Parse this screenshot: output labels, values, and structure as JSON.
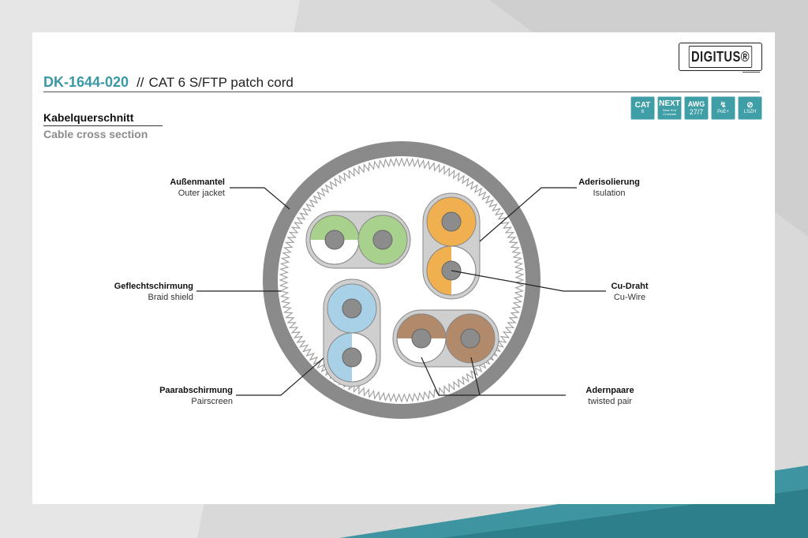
{
  "brand": {
    "logo_text": "DIGITUS®"
  },
  "header": {
    "product_code": "DK-1644-020",
    "separator": "//",
    "product_name": "CAT 6 S/FTP patch cord"
  },
  "badges": [
    {
      "main": "CAT",
      "sub": "6"
    },
    {
      "main": "NEXT",
      "sub": "Near End Crosstalk"
    },
    {
      "main": "AWG",
      "sub": "27/7"
    },
    {
      "main": "↯",
      "sub": "PoE+"
    },
    {
      "main": "⊘",
      "sub": "LSZH"
    }
  ],
  "section": {
    "title_de": "Kabelquerschnitt",
    "title_en": "Cable cross section"
  },
  "labels": {
    "outer_jacket": {
      "de": "Außenmantel",
      "en": "Outer jacket"
    },
    "insulation": {
      "de": "Aderisolierung",
      "en": "Isulation"
    },
    "braid_shield": {
      "de": "Geflechtschirmung",
      "en": "Braid shield"
    },
    "cu_wire": {
      "de": "Cu-Draht",
      "en": "Cu-Wire"
    },
    "pair_screen": {
      "de": "Paarabschirmung",
      "en": "Pairscreen"
    },
    "twisted_pair": {
      "de": "Adernpaare",
      "en": "twisted pair"
    }
  },
  "colors": {
    "accent": "#3a99a5",
    "jacket": "#8a8a8a",
    "green": "#a9d18e",
    "orange": "#f0b050",
    "blue": "#a8d1e7",
    "brown": "#b08a6a",
    "copper": "#8c8c8c"
  }
}
